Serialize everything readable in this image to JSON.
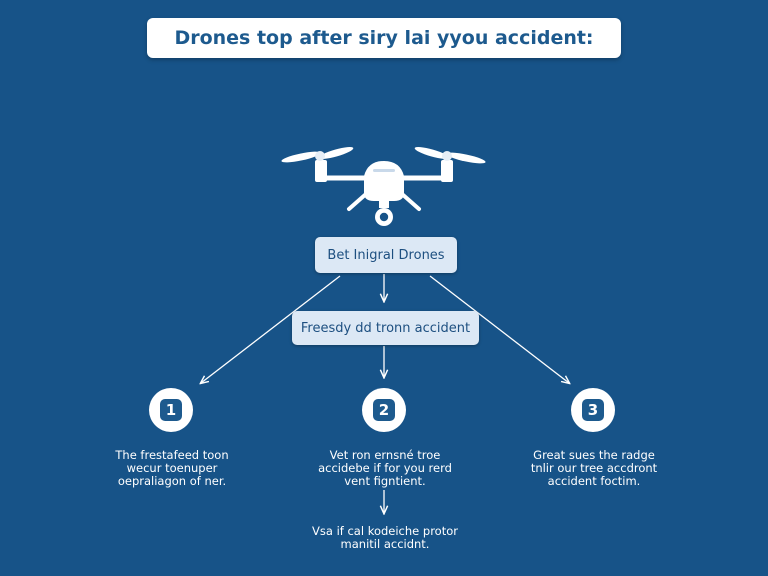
{
  "title": "Drones top after siry lai yyou accident:",
  "nodes": {
    "top": "Bet Inigral Drones",
    "middle": "Freesdy dd tronn accident"
  },
  "steps": [
    {
      "number": "1",
      "lines": [
        "The frestafeed toon",
        "wecur toenuper",
        "oepraliagon of ner."
      ]
    },
    {
      "number": "2",
      "lines": [
        "Vet ron ernsné troe",
        "accidebe if for you rerd",
        "vent figntient."
      ]
    },
    {
      "number": "3",
      "lines": [
        "Great sues the radge",
        "tnlir our tree accdront",
        "accident foctim."
      ]
    }
  ],
  "final_note": [
    "Vsa if cal kodeiche protor",
    "manitil accidnt."
  ],
  "icons": [
    "drone-icon",
    "arrow-down-icon"
  ],
  "colors": {
    "background": "#175388",
    "title_text": "#1d5a8e",
    "node_fill": "#dce8f5",
    "node_text": "#1d4f80",
    "accent": "#ffffff"
  }
}
